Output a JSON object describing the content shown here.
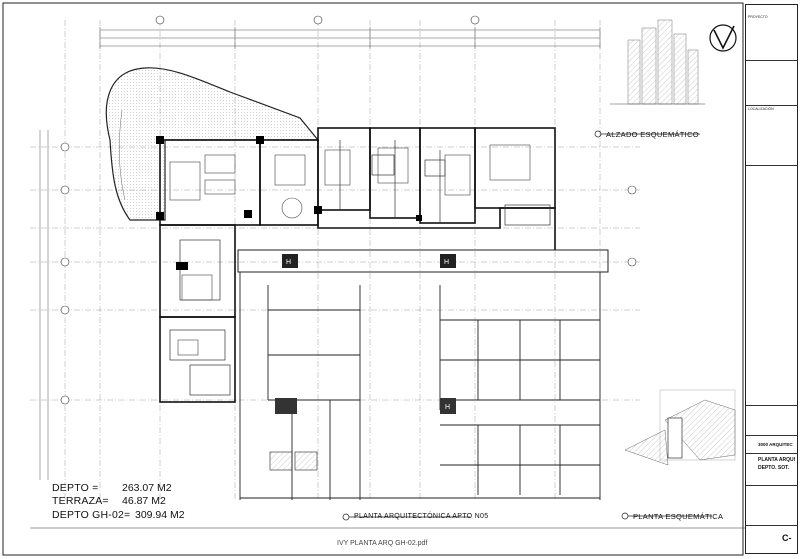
{
  "document": {
    "filename": "IVY PLANTA ARQ GH-02.pdf"
  },
  "drawing_labels": {
    "main_plan_title": "PLANTA ARQUITECTÓNICA APTO N05",
    "elevation_title": "ALZADO ESQUEMÁTICO",
    "schematic_title": "PLANTA ESQUEMÁTICA"
  },
  "area_summary": {
    "depto_label": "DEPTO =",
    "depto_value": "263.07 M2",
    "terraza_label": "TERRAZA=",
    "terraza_value": "46.87 M2",
    "total_label": "DEPTO GH-02=",
    "total_value": "309.94 M2"
  },
  "title_block": {
    "project_label": "PROYECTO",
    "location_label": "LOCALIZACIÓN",
    "firm": "3000 ARQUITEC",
    "sheet_title_1": "PLANTA ARQUI",
    "sheet_title_2": "DEPTO. SOT.",
    "sheet_number": "C-"
  },
  "colors": {
    "ink": "#111111",
    "light_ink": "#666666",
    "hatch": "#999999"
  }
}
